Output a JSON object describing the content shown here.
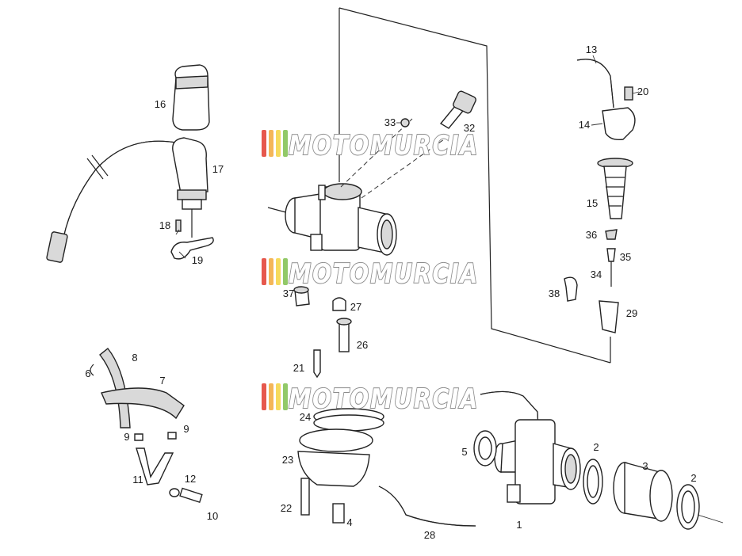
{
  "watermark": {
    "text": "MOTOMURCIA",
    "stripe_colors": [
      "#e23b2e",
      "#f2a93b",
      "#f4d340",
      "#7fbf4d"
    ]
  },
  "labels": {
    "p1": "1",
    "p2a": "2",
    "p2b": "2",
    "p3": "3",
    "p4": "4",
    "p5": "5",
    "p6": "6",
    "p7": "7",
    "p8": "8",
    "p9a": "9",
    "p9b": "9",
    "p10": "10",
    "p11": "11",
    "p12": "12",
    "p13": "13",
    "p14": "14",
    "p15": "15",
    "p16": "16",
    "p17": "17",
    "p18": "18",
    "p19": "19",
    "p20": "20",
    "p21": "21",
    "p22": "22",
    "p23": "23",
    "p24": "24",
    "p26": "26",
    "p27": "27",
    "p28": "28",
    "p29": "29",
    "p32": "32",
    "p33": "33",
    "p34": "34",
    "p35": "35",
    "p36": "36",
    "p37": "37",
    "p38": "38"
  }
}
